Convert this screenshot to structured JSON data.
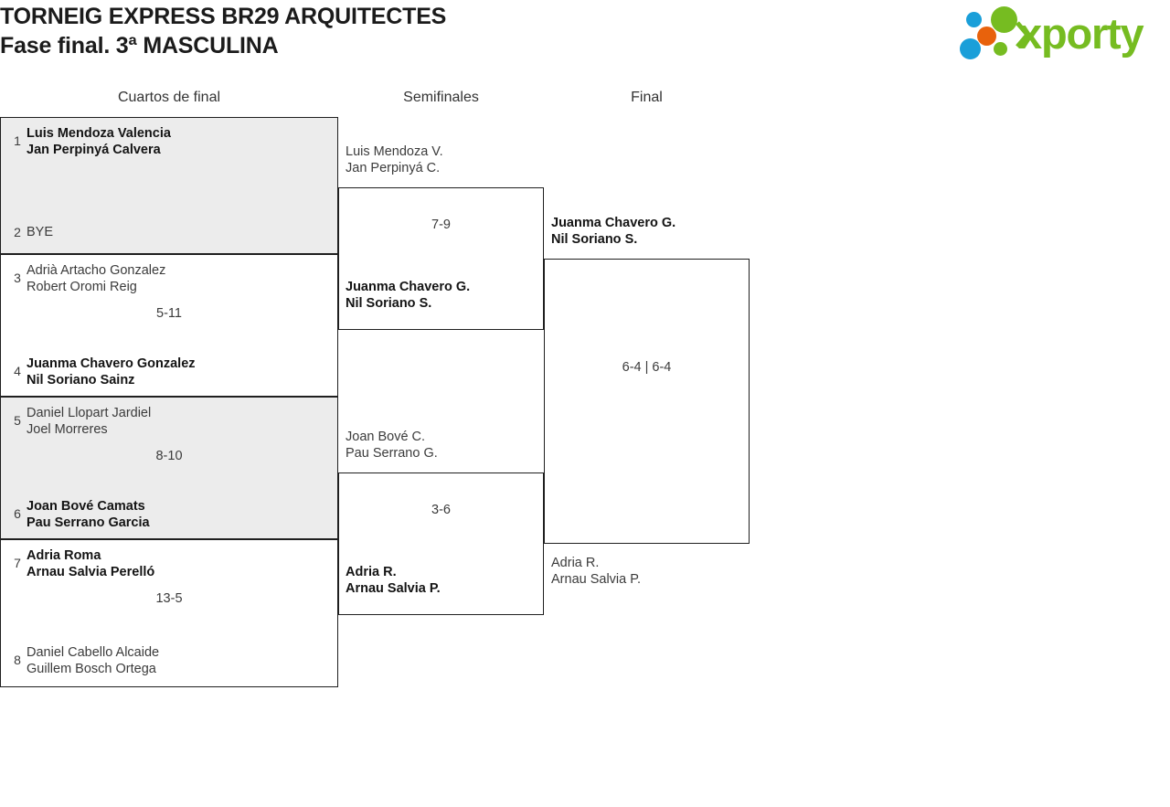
{
  "header": {
    "title_line1": "TORNEIG EXPRESS BR29 ARQUITECTES",
    "title_line2": "Fase final. 3ª MASCULINA",
    "logo_text": "xporty",
    "logo_colors": {
      "green": "#76bc21",
      "blue": "#1a9fd9",
      "orange": "#e8620c"
    }
  },
  "rounds": [
    {
      "id": "quarterfinals",
      "label": "Cuartos de final"
    },
    {
      "id": "semifinals",
      "label": "Semifinales"
    },
    {
      "id": "final",
      "label": "Final"
    }
  ],
  "bracket": {
    "quarterfinals": [
      {
        "score": "",
        "top": {
          "seed": "1",
          "player1": "Luis Mendoza Valencia",
          "player2": "Jan Perpinyá Calvera",
          "winner": true
        },
        "bottom": {
          "seed": "2",
          "player1": "BYE",
          "player2": "",
          "winner": false
        }
      },
      {
        "score": "5-11",
        "top": {
          "seed": "3",
          "player1": "Adrià Artacho Gonzalez",
          "player2": "Robert Oromi Reig",
          "winner": false
        },
        "bottom": {
          "seed": "4",
          "player1": "Juanma Chavero Gonzalez",
          "player2": "Nil Soriano Sainz",
          "winner": true
        }
      },
      {
        "score": "8-10",
        "top": {
          "seed": "5",
          "player1": "Daniel Llopart Jardiel",
          "player2": "Joel Morreres",
          "winner": false
        },
        "bottom": {
          "seed": "6",
          "player1": "Joan Bové Camats",
          "player2": "Pau Serrano Garcia",
          "winner": true
        }
      },
      {
        "score": "13-5",
        "top": {
          "seed": "7",
          "player1": "Adria Roma",
          "player2": "Arnau Salvia Perelló",
          "winner": true
        },
        "bottom": {
          "seed": "8",
          "player1": "Daniel Cabello Alcaide",
          "player2": "Guillem Bosch Ortega",
          "winner": false
        }
      }
    ],
    "semifinals": [
      {
        "score": "7-9",
        "top": {
          "player1": "Luis Mendoza V.",
          "player2": "Jan Perpinyá C.",
          "winner": false
        },
        "bottom": {
          "player1": "Juanma Chavero G.",
          "player2": "Nil Soriano S.",
          "winner": true
        }
      },
      {
        "score": "3-6",
        "top": {
          "player1": "Joan Bové C.",
          "player2": "Pau Serrano G.",
          "winner": false
        },
        "bottom": {
          "player1": "Adria R.",
          "player2": "Arnau Salvia P.",
          "winner": true
        }
      }
    ],
    "final": [
      {
        "score": "6-4 | 6-4",
        "top": {
          "player1": "Juanma Chavero G.",
          "player2": "Nil Soriano S.",
          "winner": true
        },
        "bottom": {
          "player1": "Adria R.",
          "player2": "Arnau Salvia P.",
          "winner": false
        }
      }
    ]
  }
}
